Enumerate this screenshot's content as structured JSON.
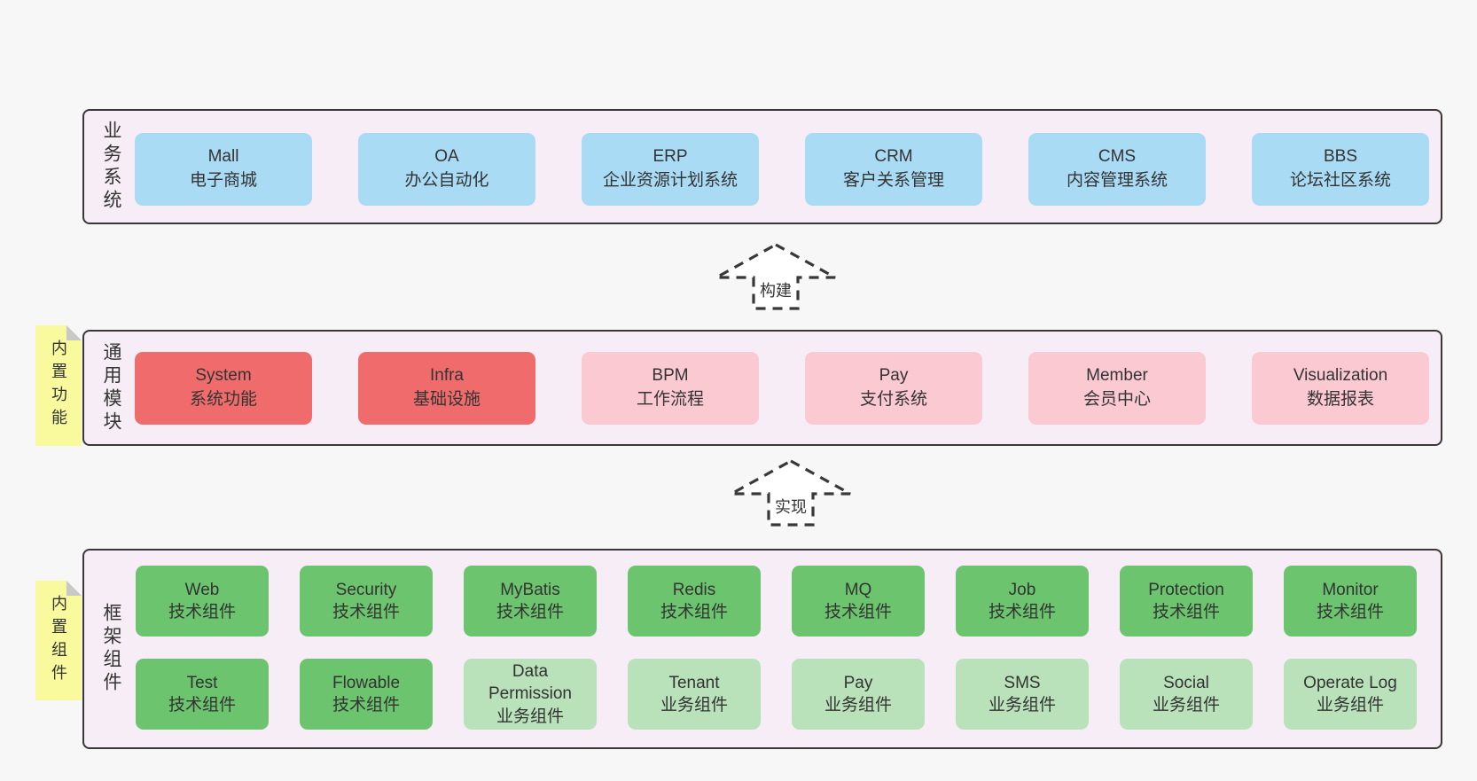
{
  "colors": {
    "page_bg": "#f7f7f7",
    "layer_bg": "#f7edf6",
    "layer_border": "#383838",
    "business_box": "#a9dbf5",
    "core_module_box": "#f06c6c",
    "optional_module_box": "#fbc9d2",
    "tech_component_box": "#6cc46f",
    "biz_component_box": "#b9e2ba",
    "note_yellow": "#f9f99e",
    "note_fold": "#c8c8c8",
    "text": "#333333"
  },
  "layers": [
    {
      "label": "业务系统",
      "boxes": [
        {
          "name": "Mall",
          "desc": "电子商城"
        },
        {
          "name": "OA",
          "desc": "办公自动化"
        },
        {
          "name": "ERP",
          "desc": "企业资源计划系统"
        },
        {
          "name": "CRM",
          "desc": "客户关系管理"
        },
        {
          "name": "CMS",
          "desc": "内容管理系统"
        },
        {
          "name": "BBS",
          "desc": "论坛社区系统"
        }
      ]
    },
    {
      "label": "通用模块",
      "note": "内置功能",
      "boxes": [
        {
          "name": "System",
          "desc": "系统功能"
        },
        {
          "name": "Infra",
          "desc": "基础设施"
        },
        {
          "name": "BPM",
          "desc": "工作流程"
        },
        {
          "name": "Pay",
          "desc": "支付系统"
        },
        {
          "name": "Member",
          "desc": "会员中心"
        },
        {
          "name": "Visualization",
          "desc": "数据报表"
        }
      ]
    },
    {
      "label": "框架组件",
      "note": "内置组件",
      "rows": [
        [
          {
            "name": "Web",
            "desc": "技术组件"
          },
          {
            "name": "Security",
            "desc": "技术组件"
          },
          {
            "name": "MyBatis",
            "desc": "技术组件"
          },
          {
            "name": "Redis",
            "desc": "技术组件"
          },
          {
            "name": "MQ",
            "desc": "技术组件"
          },
          {
            "name": "Job",
            "desc": "技术组件"
          },
          {
            "name": "Protection",
            "desc": "技术组件"
          },
          {
            "name": "Monitor",
            "desc": "技术组件"
          }
        ],
        [
          {
            "name": "Test",
            "desc": "技术组件"
          },
          {
            "name": "Flowable",
            "desc": "技术组件"
          },
          {
            "name": "Data Permission",
            "desc": "业务组件"
          },
          {
            "name": "Tenant",
            "desc": "业务组件"
          },
          {
            "name": "Pay",
            "desc": "业务组件"
          },
          {
            "name": "SMS",
            "desc": "业务组件"
          },
          {
            "name": "Social",
            "desc": "业务组件"
          },
          {
            "name": "Operate Log",
            "desc": "业务组件"
          }
        ]
      ]
    }
  ],
  "arrows": [
    {
      "label": "构建"
    },
    {
      "label": "实现"
    }
  ]
}
